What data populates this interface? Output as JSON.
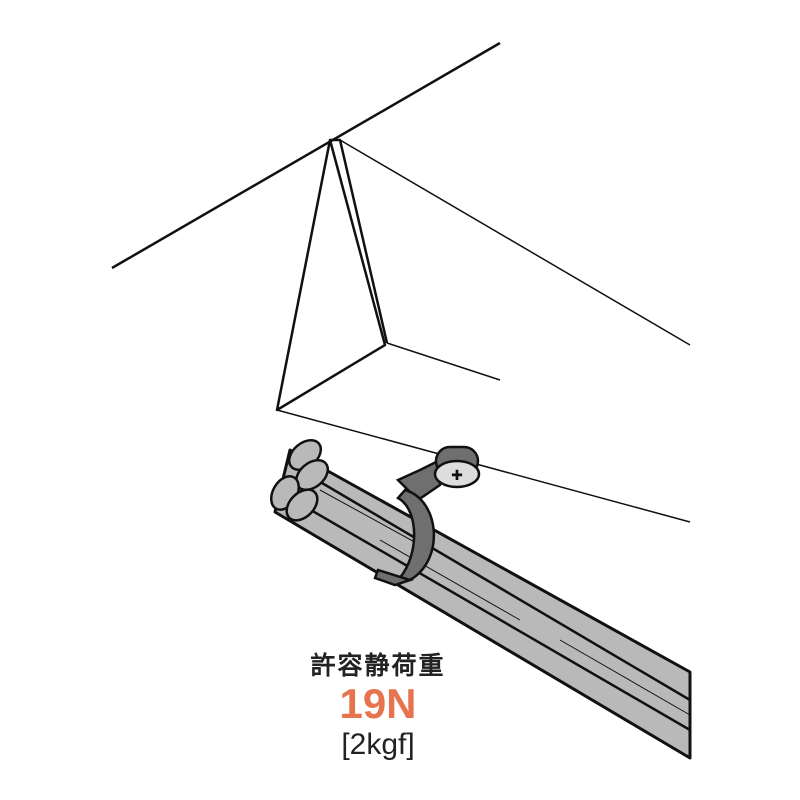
{
  "label": {
    "title": "許容静荷重",
    "load_newton": "19N",
    "load_kgf": "[2kgf]"
  },
  "colors": {
    "accent": "#e8734f",
    "cable": "#b9b9b9",
    "clip": "#6f6f6f",
    "line": "#111111"
  }
}
